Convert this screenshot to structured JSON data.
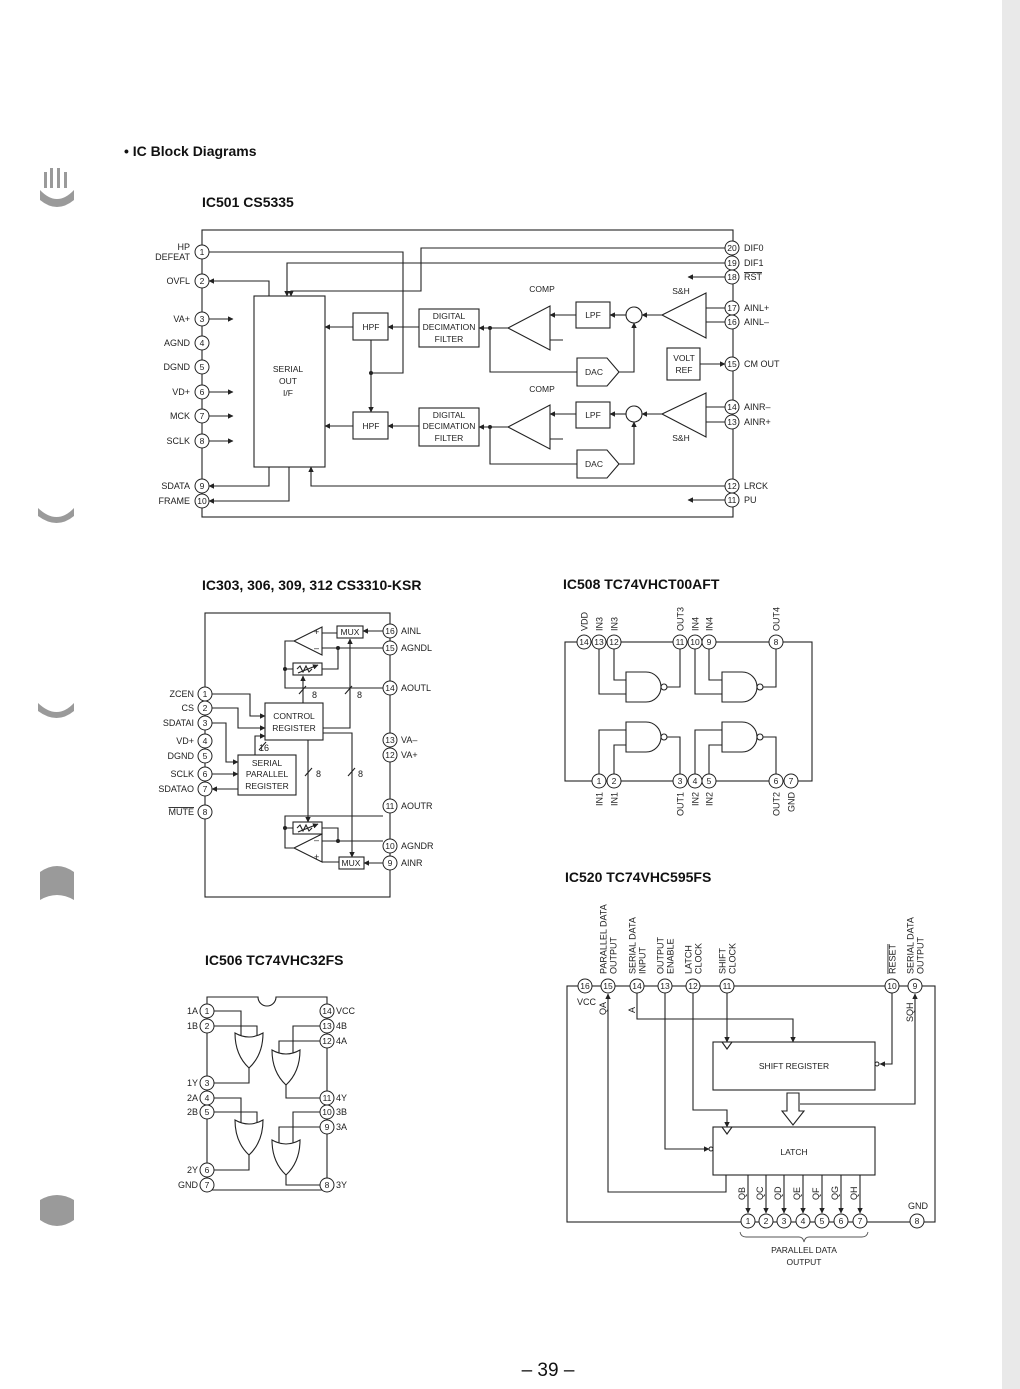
{
  "page": {
    "section_title": "• IC Block Diagrams",
    "page_number": "– 39 –"
  },
  "ic501": {
    "title": "IC501  CS5335",
    "left_pins": [
      {
        "n": "1",
        "label": [
          "HP",
          "DEFEAT"
        ]
      },
      {
        "n": "2",
        "label": [
          "OVFL"
        ]
      },
      {
        "n": "3",
        "label": [
          "VA+"
        ]
      },
      {
        "n": "4",
        "label": [
          "AGND"
        ]
      },
      {
        "n": "5",
        "label": [
          "DGND"
        ]
      },
      {
        "n": "6",
        "label": [
          "VD+"
        ]
      },
      {
        "n": "7",
        "label": [
          "MCK"
        ]
      },
      {
        "n": "8",
        "label": [
          "SCLK"
        ]
      },
      {
        "n": "9",
        "label": [
          "SDATA"
        ]
      },
      {
        "n": "10",
        "label": [
          "FRAME"
        ]
      }
    ],
    "right_pins": [
      {
        "n": "20",
        "label": [
          "DIF0"
        ]
      },
      {
        "n": "19",
        "label": [
          "DIF1"
        ]
      },
      {
        "n": "18",
        "label": [
          "RST"
        ],
        "bar": true
      },
      {
        "n": "17",
        "label": [
          "AINL+"
        ]
      },
      {
        "n": "16",
        "label": [
          "AINL–"
        ]
      },
      {
        "n": "15",
        "label": [
          "CM OUT"
        ]
      },
      {
        "n": "14",
        "label": [
          "AINR–"
        ]
      },
      {
        "n": "13",
        "label": [
          "AINR+"
        ]
      },
      {
        "n": "12",
        "label": [
          "LRCK"
        ]
      },
      {
        "n": "11",
        "label": [
          "PU"
        ]
      }
    ],
    "blocks": {
      "serial_if": [
        "SERIAL",
        "OUT",
        "I/F"
      ],
      "hpf": "HPF",
      "ddf": [
        "DIGITAL",
        "DECIMATION",
        "FILTER"
      ],
      "comp": "COMP",
      "lpf": "LPF",
      "dac": "DAC",
      "sh": "S&H",
      "volt_ref": [
        "VOLT",
        "REF"
      ]
    }
  },
  "ic303": {
    "title": "IC303, 306, 309, 312  CS3310-KSR",
    "left_pins": [
      {
        "n": "1",
        "label": [
          "ZCEN"
        ]
      },
      {
        "n": "2",
        "label": [
          "CS"
        ]
      },
      {
        "n": "3",
        "label": [
          "SDATAI"
        ]
      },
      {
        "n": "4",
        "label": [
          "VD+"
        ]
      },
      {
        "n": "5",
        "label": [
          "DGND"
        ]
      },
      {
        "n": "6",
        "label": [
          "SCLK"
        ]
      },
      {
        "n": "7",
        "label": [
          "SDATAO"
        ]
      },
      {
        "n": "8",
        "label": [
          "MUTE"
        ],
        "bar": true
      }
    ],
    "right_pins": [
      {
        "n": "16",
        "label": [
          "AINL"
        ]
      },
      {
        "n": "15",
        "label": [
          "AGNDL"
        ]
      },
      {
        "n": "14",
        "label": [
          "AOUTL"
        ]
      },
      {
        "n": "13",
        "label": [
          "VA–"
        ]
      },
      {
        "n": "12",
        "label": [
          "VA+"
        ]
      },
      {
        "n": "11",
        "label": [
          "AOUTR"
        ]
      },
      {
        "n": "10",
        "label": [
          "AGNDR"
        ]
      },
      {
        "n": "9",
        "label": [
          "AINR"
        ]
      }
    ],
    "blocks": {
      "control": [
        "CONTROL",
        "REGISTER"
      ],
      "spr": [
        "SERIAL",
        "PARALLEL",
        "REGISTER"
      ],
      "mux": "MUX",
      "plus": "+",
      "minus": "–",
      "bus_widths": [
        "8",
        "8",
        "16",
        "8",
        "8"
      ]
    }
  },
  "ic508": {
    "title": "IC508  TC74VHCT00AFT",
    "top_pins": [
      {
        "n": "14",
        "label": [
          "VDD"
        ]
      },
      {
        "n": "13",
        "label": [
          "IN3"
        ]
      },
      {
        "n": "12",
        "label": [
          "IN3"
        ]
      },
      {
        "n": "11",
        "label": [
          "OUT3"
        ]
      },
      {
        "n": "10",
        "label": [
          "IN4"
        ]
      },
      {
        "n": "9",
        "label": [
          "IN4"
        ]
      },
      {
        "n": "8",
        "label": [
          "OUT4"
        ]
      }
    ],
    "bottom_pins": [
      {
        "n": "1",
        "label": [
          "IN1"
        ]
      },
      {
        "n": "2",
        "label": [
          "IN1"
        ]
      },
      {
        "n": "3",
        "label": [
          "OUT1"
        ]
      },
      {
        "n": "4",
        "label": [
          "IN2"
        ]
      },
      {
        "n": "5",
        "label": [
          "IN2"
        ]
      },
      {
        "n": "6",
        "label": [
          "OUT2"
        ]
      },
      {
        "n": "7",
        "label": [
          "GND"
        ]
      }
    ]
  },
  "ic506": {
    "title": "IC506  TC74VHC32FS",
    "left_pins": [
      {
        "n": "1",
        "label": [
          "1A"
        ]
      },
      {
        "n": "2",
        "label": [
          "1B"
        ]
      },
      {
        "n": "3",
        "label": [
          "1Y"
        ]
      },
      {
        "n": "4",
        "label": [
          "2A"
        ]
      },
      {
        "n": "5",
        "label": [
          "2B"
        ]
      },
      {
        "n": "6",
        "label": [
          "2Y"
        ]
      },
      {
        "n": "7",
        "label": [
          "GND"
        ]
      }
    ],
    "right_pins": [
      {
        "n": "14",
        "label": [
          "VCC"
        ]
      },
      {
        "n": "13",
        "label": [
          "4B"
        ]
      },
      {
        "n": "12",
        "label": [
          "4A"
        ]
      },
      {
        "n": "11",
        "label": [
          "4Y"
        ]
      },
      {
        "n": "10",
        "label": [
          "3B"
        ]
      },
      {
        "n": "9",
        "label": [
          "3A"
        ]
      },
      {
        "n": "8",
        "label": [
          "3Y"
        ]
      }
    ]
  },
  "ic520": {
    "title": "IC520  TC74VHC595FS",
    "top_pins": [
      {
        "n": "16",
        "label": []
      },
      {
        "n": "15",
        "label": [
          "PARALLEL DATA",
          "OUTPUT"
        ]
      },
      {
        "n": "14",
        "label": [
          "SERIAL DATA",
          "INPUT"
        ]
      },
      {
        "n": "13",
        "label": [
          "OUTPUT",
          "ENABLE"
        ]
      },
      {
        "n": "12",
        "label": [
          "LATCH",
          "CLOCK"
        ]
      },
      {
        "n": "11",
        "label": [
          "SHIFT",
          "CLOCK"
        ]
      },
      {
        "n": "10",
        "label": [
          "RESET"
        ],
        "bar": true
      },
      {
        "n": "9",
        "label": [
          "SERIAL DATA",
          "OUTPUT"
        ]
      }
    ],
    "bottom_pins": [
      {
        "n": "1",
        "label": []
      },
      {
        "n": "2",
        "label": []
      },
      {
        "n": "3",
        "label": []
      },
      {
        "n": "4",
        "label": []
      },
      {
        "n": "5",
        "label": []
      },
      {
        "n": "6",
        "label": []
      },
      {
        "n": "7",
        "label": []
      },
      {
        "n": "8",
        "label": []
      }
    ],
    "blocks": {
      "shift_register": "SHIFT REGISTER",
      "latch": "LATCH",
      "vcc": "VCC",
      "qa": "QA",
      "a": "A",
      "sqh": "SQH",
      "gnd": "GND",
      "outputs": [
        "QB",
        "QC",
        "QD",
        "QE",
        "QF",
        "QG",
        "QH"
      ],
      "parallel_output": [
        "PARALLEL DATA",
        "OUTPUT"
      ]
    }
  }
}
